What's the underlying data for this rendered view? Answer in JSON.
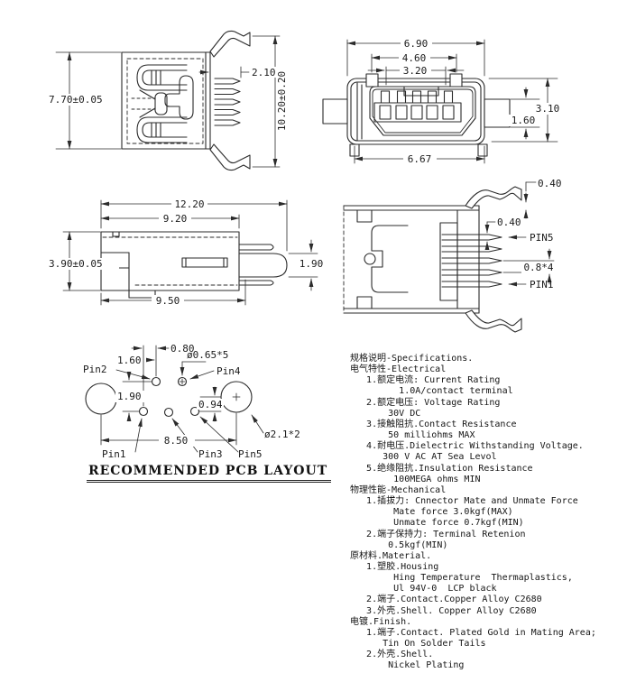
{
  "sheet": {
    "background": "#ffffff",
    "line_color": "#2b2b2b",
    "text_color": "#1a1a1a"
  },
  "views": {
    "top_left": {
      "dim_height": "7.70±0.05",
      "dim_contact_gap": "2.10",
      "dim_overall_height": "10.20±0.20"
    },
    "top_right": {
      "dim_shell_width": "6.90",
      "dim_latch_span": "4.60",
      "dim_slot_span": "3.20",
      "dim_bottom_width": "6.67",
      "dim_shell_height": "3.10",
      "dim_tab_height": "1.60"
    },
    "mid_left": {
      "dim_overall_length": "12.20",
      "dim_body_length": "9.20",
      "dim_base_length": "9.50",
      "dim_body_height": "3.90±0.05",
      "dim_contact_height": "1.90"
    },
    "mid_right": {
      "dim_leg_thickness": "0.40",
      "dim_pin_thickness": "0.40",
      "label_pin5": "PIN5",
      "dim_pin_pitch": "0.8*4",
      "label_pin1": "PIN1"
    },
    "pcb": {
      "title": "RECOMMENDED PCB LAYOUT",
      "dim_col_pitch": "0.80",
      "dim_row_pitch": "1.60",
      "dim_row_offset": "1.90",
      "dim_hole_offset": "0.94",
      "dim_mount_span": "8.50",
      "dia_pin_holes": "ø0.65*5",
      "dia_mount_holes": "ø2.1*2",
      "label_pin1": "Pin1",
      "label_pin2": "Pin2",
      "label_pin3": "Pin3",
      "label_pin4": "Pin4",
      "label_pin5": "Pin5"
    }
  },
  "specs": {
    "lines": [
      "规格说明-Specifications.",
      "电气特性-Electrical",
      "   1.额定电流: Current Rating",
      "         1.0A/contact terminal",
      "   2.额定电压: Voltage Rating",
      "       30V DC",
      "   3.接触阻抗.Contact Resistance",
      "       50 milliohms MAX",
      "   4.耐电压.Dielectric Withstanding Voltage.",
      "      300 V AC AT Sea Levol",
      "   5.绝缘阻抗.Insulation Resistance",
      "        100MEGA ohms MIN",
      "物理性能-Mechanical",
      "   1.插拔力: Cnnector Mate and Unmate Force",
      "        Mate force 3.0kgf(MAX)",
      "        Unmate force 0.7kgf(MIN)",
      "   2.端子保持力: Terminal Retenion",
      "       0.5kgf(MIN)",
      "原材料.Material.",
      "   1.塑胶.Housing",
      "        Hing Temperature  Thermaplastics,",
      "        Ul 94V-0  LCP black",
      "   2.端子.Contact.Copper Alloy C2680",
      "   3.外壳.Shell. Copper Alloy C2680",
      "电镀.Finish.",
      "   1.端子.Contact. Plated Gold in Mating Area;",
      "      Tin On Solder Tails",
      "   2.外壳.Shell.",
      "       Nickel Plating"
    ]
  }
}
